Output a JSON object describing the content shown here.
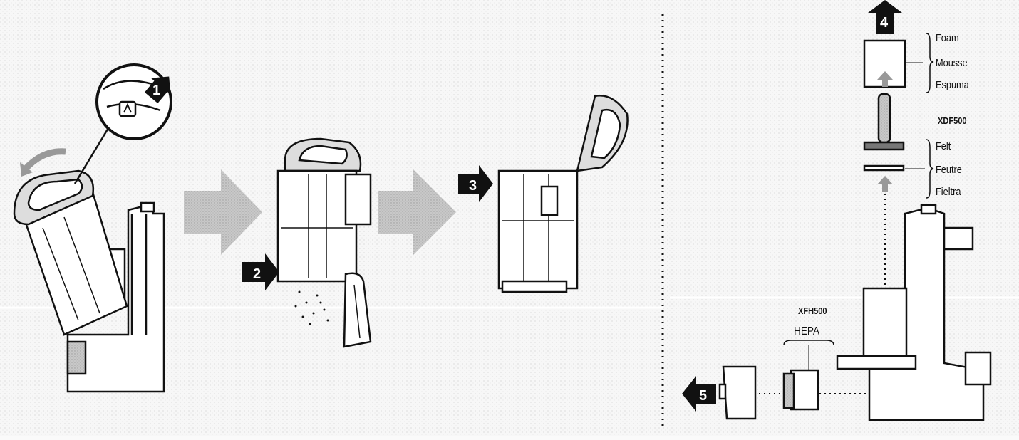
{
  "steps": [
    "1",
    "2",
    "3",
    "4",
    "5"
  ],
  "foam_filter": {
    "names": [
      "Foam",
      "Mousse",
      "Espuma"
    ]
  },
  "felt_filter": {
    "model": "XDF500",
    "names": [
      "Felt",
      "Feutre",
      "Fieltra"
    ]
  },
  "hepa_filter": {
    "model": "XFH500",
    "type": "HEPA"
  }
}
